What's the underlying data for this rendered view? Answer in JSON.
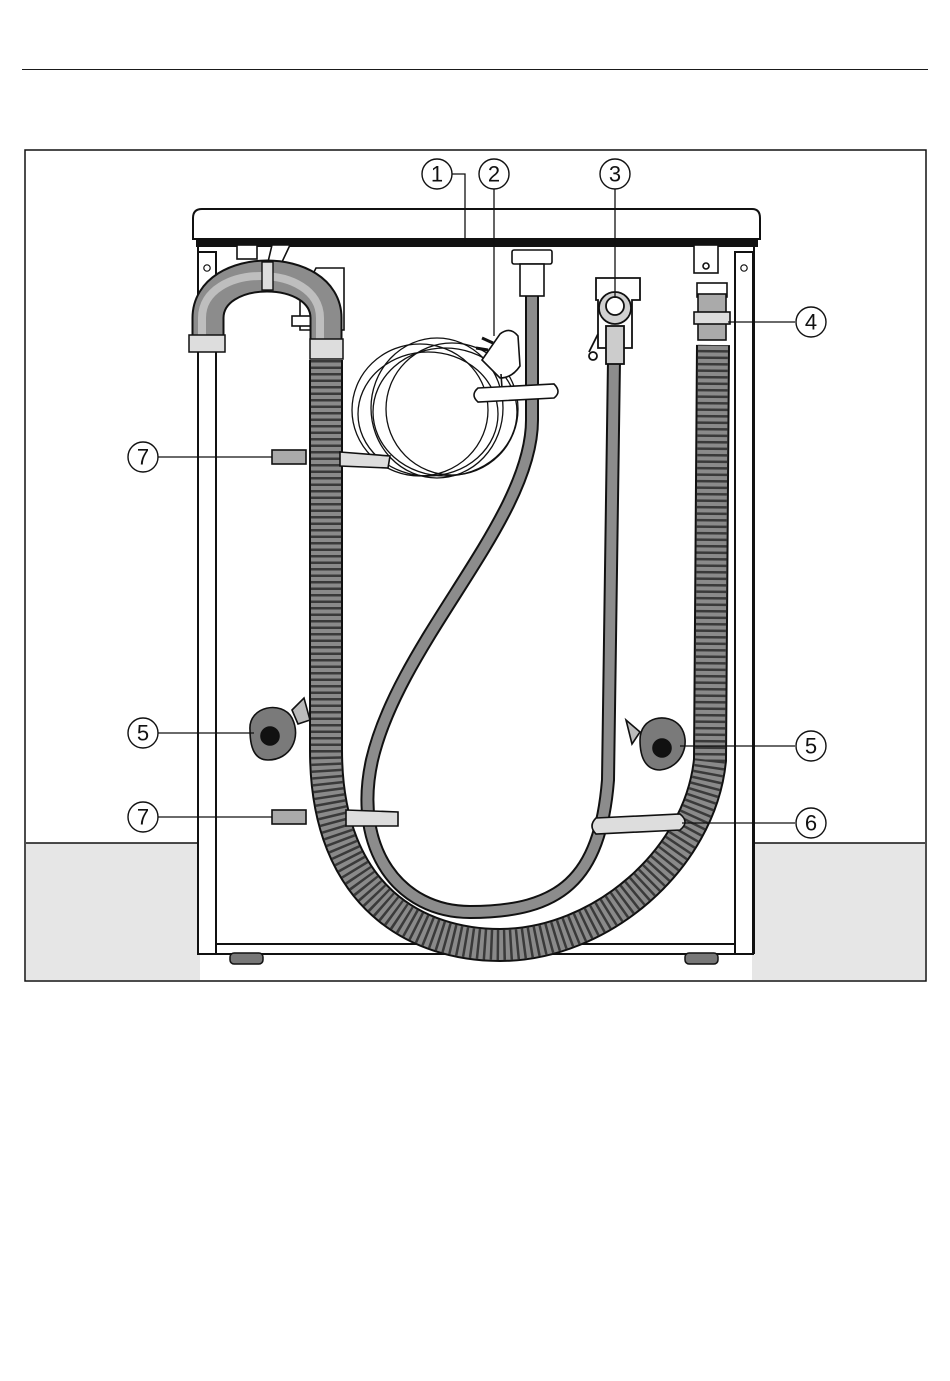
{
  "diagram": {
    "callouts": [
      {
        "id": "c1",
        "label": "1"
      },
      {
        "id": "c2",
        "label": "2"
      },
      {
        "id": "c3",
        "label": "3"
      },
      {
        "id": "c4",
        "label": "4"
      },
      {
        "id": "c5l",
        "label": "5"
      },
      {
        "id": "c5r",
        "label": "5"
      },
      {
        "id": "c6",
        "label": "6"
      },
      {
        "id": "c7t",
        "label": "7"
      },
      {
        "id": "c7b",
        "label": "7"
      }
    ]
  },
  "colors": {
    "line": "#111111",
    "floor": "#e6e6e6",
    "hose_gray": "#8c8c8c",
    "hose_dark": "#555555",
    "foot_gray": "#7a7a7a",
    "pale": "#d8d8d8"
  }
}
